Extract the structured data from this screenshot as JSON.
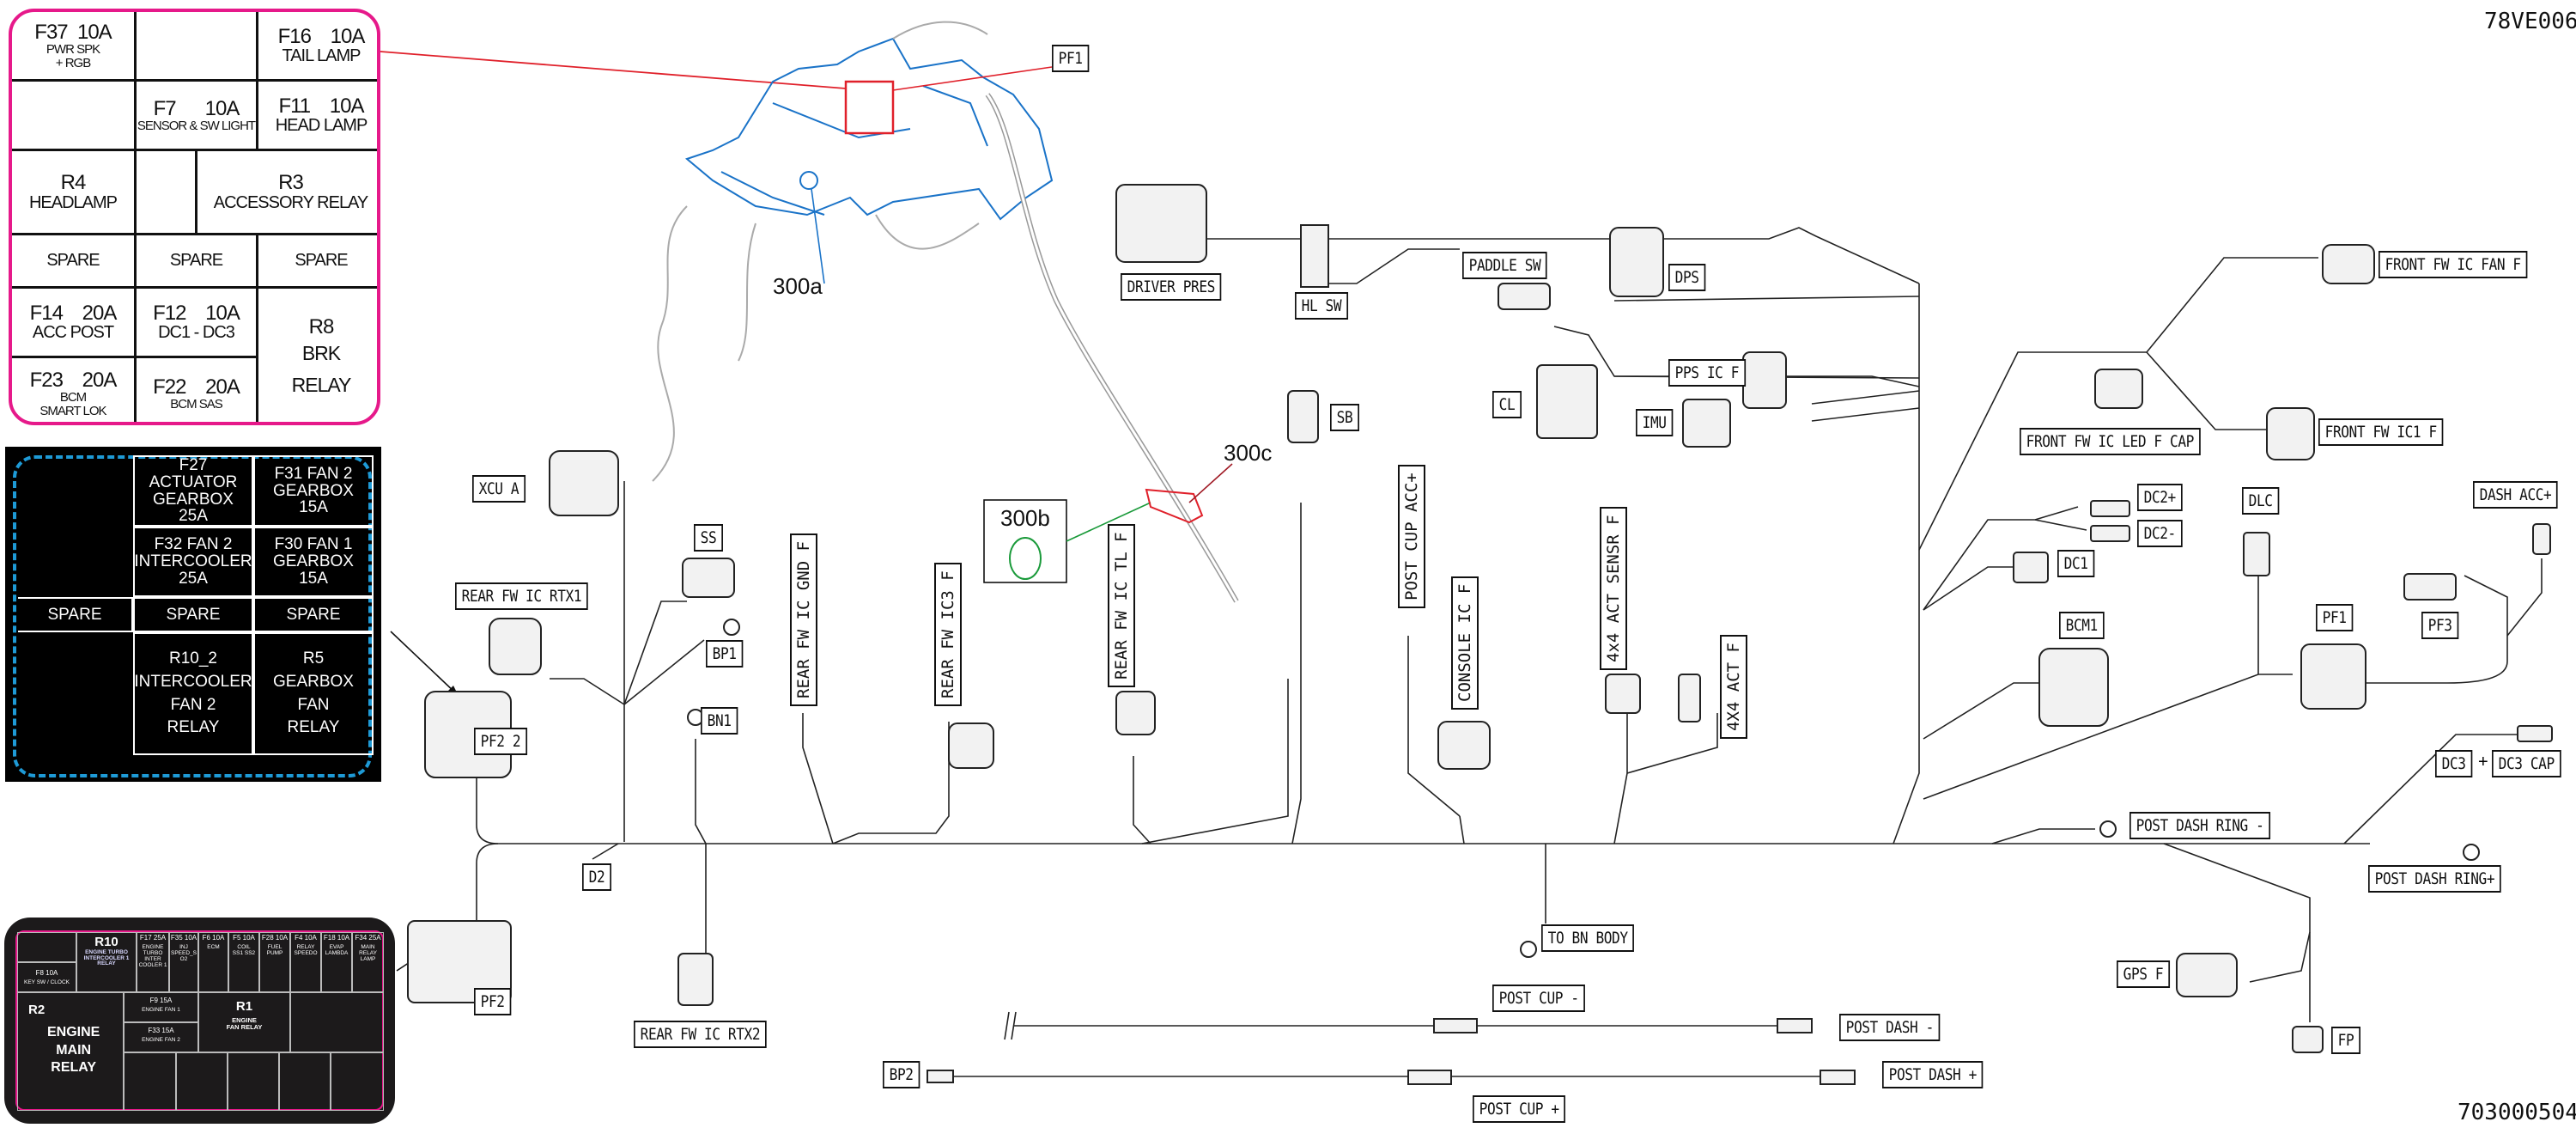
{
  "drawing_code": "78VE006",
  "part_number": "703000504",
  "colors": {
    "fuse_box_1_border": "#e6198a",
    "fuse_box_2_dash": "#1e9ad6",
    "harness_highlight": "#1a73c8",
    "pf1_highlight": "#e0202a",
    "item_300b": "#1a9a3a"
  },
  "callouts": {
    "a": "300a",
    "b": "300b",
    "c": "300c"
  },
  "fuse_box_1": {
    "f37": {
      "id": "F37  10A",
      "desc": "PWR SPK\n+ RGB"
    },
    "f16": {
      "id": "F16    10A",
      "desc": "TAIL LAMP"
    },
    "f7": {
      "id": "F7      10A",
      "desc": "SENSOR & SW LIGHT"
    },
    "f11": {
      "id": "F11    10A",
      "desc": "HEAD LAMP"
    },
    "r4": {
      "id": "R4",
      "desc": "HEADLAMP"
    },
    "r3": {
      "id": "R3",
      "desc": "ACCESSORY RELAY"
    },
    "spares": [
      "SPARE",
      "SPARE",
      "SPARE"
    ],
    "f14": {
      "id": "F14    20A",
      "desc": "ACC POST"
    },
    "f12": {
      "id": "F12    10A",
      "desc": "DC1 - DC3"
    },
    "r8": {
      "id": "R8",
      "desc": "BRK\nRELAY"
    },
    "f23": {
      "id": "F23    20A",
      "desc": "BCM\nSMART LOK"
    },
    "f22": {
      "id": "F22    20A",
      "desc": "BCM SAS"
    }
  },
  "fuse_box_2": {
    "cells": [
      "F27 ACTUATOR\nGEARBOX\n25A",
      "F31 FAN 2\nGEARBOX\n15A",
      "F32 FAN 2\nINTERCOOLER\n25A",
      "F30 FAN 1\nGEARBOX\n15A",
      "SPARE",
      "SPARE",
      "SPARE",
      "R10_2\nINTERCOOLER\nFAN 2\nRELAY",
      "R5\nGEARBOX\nFAN\nRELAY"
    ]
  },
  "fuse_box_3": {
    "f8": {
      "id": "F8  10A",
      "desc": "KEY SW / CLOCK"
    },
    "r10": {
      "id": "R10",
      "desc": "ENGINE TURBO\nINTERCOOLER 1\nRELAY"
    },
    "top_fuses": [
      {
        "id": "F17 25A",
        "desc": "ENGINE\nTURBO\nINTER\nCOOLER 1"
      },
      {
        "id": "F35 10A",
        "desc": "INJ\nSPEED_S\nO2"
      },
      {
        "id": "F6  10A",
        "desc": "ECM"
      },
      {
        "id": "F5  10A",
        "desc": "COIL\nSS1 SS2"
      },
      {
        "id": "F28 10A",
        "desc": "FUEL\nPUMP"
      },
      {
        "id": "F4  10A",
        "desc": "RELAY\nSPEEDO"
      },
      {
        "id": "F18 10A",
        "desc": "EVAP\nLAMBDA"
      },
      {
        "id": "F34 25A",
        "desc": "MAIN\nRELAY\nLAMP"
      }
    ],
    "r2": {
      "id": "R2",
      "desc": "ENGINE\nMAIN\nRELAY"
    },
    "f9": {
      "id": "F9 15A",
      "desc": "ENGINE FAN 1"
    },
    "f33": {
      "id": "F33 15A",
      "desc": "ENGINE FAN 2"
    },
    "r1": {
      "id": "R1",
      "desc": "ENGINE\nFAN RELAY"
    }
  },
  "connectors": {
    "pf1_top": "PF1",
    "driver_pres": "DRIVER  PRES",
    "hl_sw": "HL  SW",
    "paddle_sw": "PADDLE  SW",
    "dps": "DPS",
    "cl": "CL",
    "pps_ic_f": "PPS  IC  F",
    "imu": "IMU",
    "sb": "SB",
    "xcu_a": "XCU  A",
    "ss": "SS",
    "rear_fw_ic_rtx1": "REAR  FW  IC  RTX1",
    "bp1": "BP1",
    "bn1": "BN1",
    "pf2_2": "PF2  2",
    "d2": "D2",
    "pf2": "PF2",
    "rear_fw_ic_rtx2": "REAR  FW  IC  RTX2",
    "rear_fw_ic_gnd_f": "REAR  FW  IC  GND  F",
    "rear_fw_ic3_f": "REAR  FW  IC3  F",
    "rear_fw_ic_tl_f": "REAR  FW  IC  TL  F",
    "post_cup_acc_plus": "POST  CUP  ACC+",
    "console_ic_f": "CONSOLE  IC  F",
    "act_sensr_f": "4x4  ACT  SENSR  F",
    "act_f": "4X4  ACT  F",
    "to_bn_body": "TO  BN  BODY",
    "post_cup_minus": "POST  CUP  -",
    "post_dash_minus": "POST  DASH  -",
    "bp2": "BP2",
    "post_dash_plus": "POST  DASH  +",
    "post_cup_plus": "POST  CUP  +",
    "front_fw_ic_fan_f": "FRONT  FW  IC  FAN  F",
    "front_fw_ic_led_f_cap": "FRONT  FW  IC  LED  F  CAP",
    "front_fw_ic1_f": "FRONT  FW  IC1  F",
    "dc2_plus": "DC2+",
    "dc2_minus": "DC2-",
    "dc1": "DC1",
    "dlc": "DLC",
    "dash_acc_plus": "DASH  ACC+",
    "bcm1": "BCM1",
    "pf1": "PF1",
    "pf3": "PF3",
    "dc3": "DC3",
    "plus_sign": "+",
    "dc3_cap": "DC3  CAP",
    "post_dash_ring_minus": "POST  DASH  RING -",
    "post_dash_ring_plus": "POST  DASH  RING+",
    "gps_f": "GPS  F",
    "fp": "FP"
  }
}
